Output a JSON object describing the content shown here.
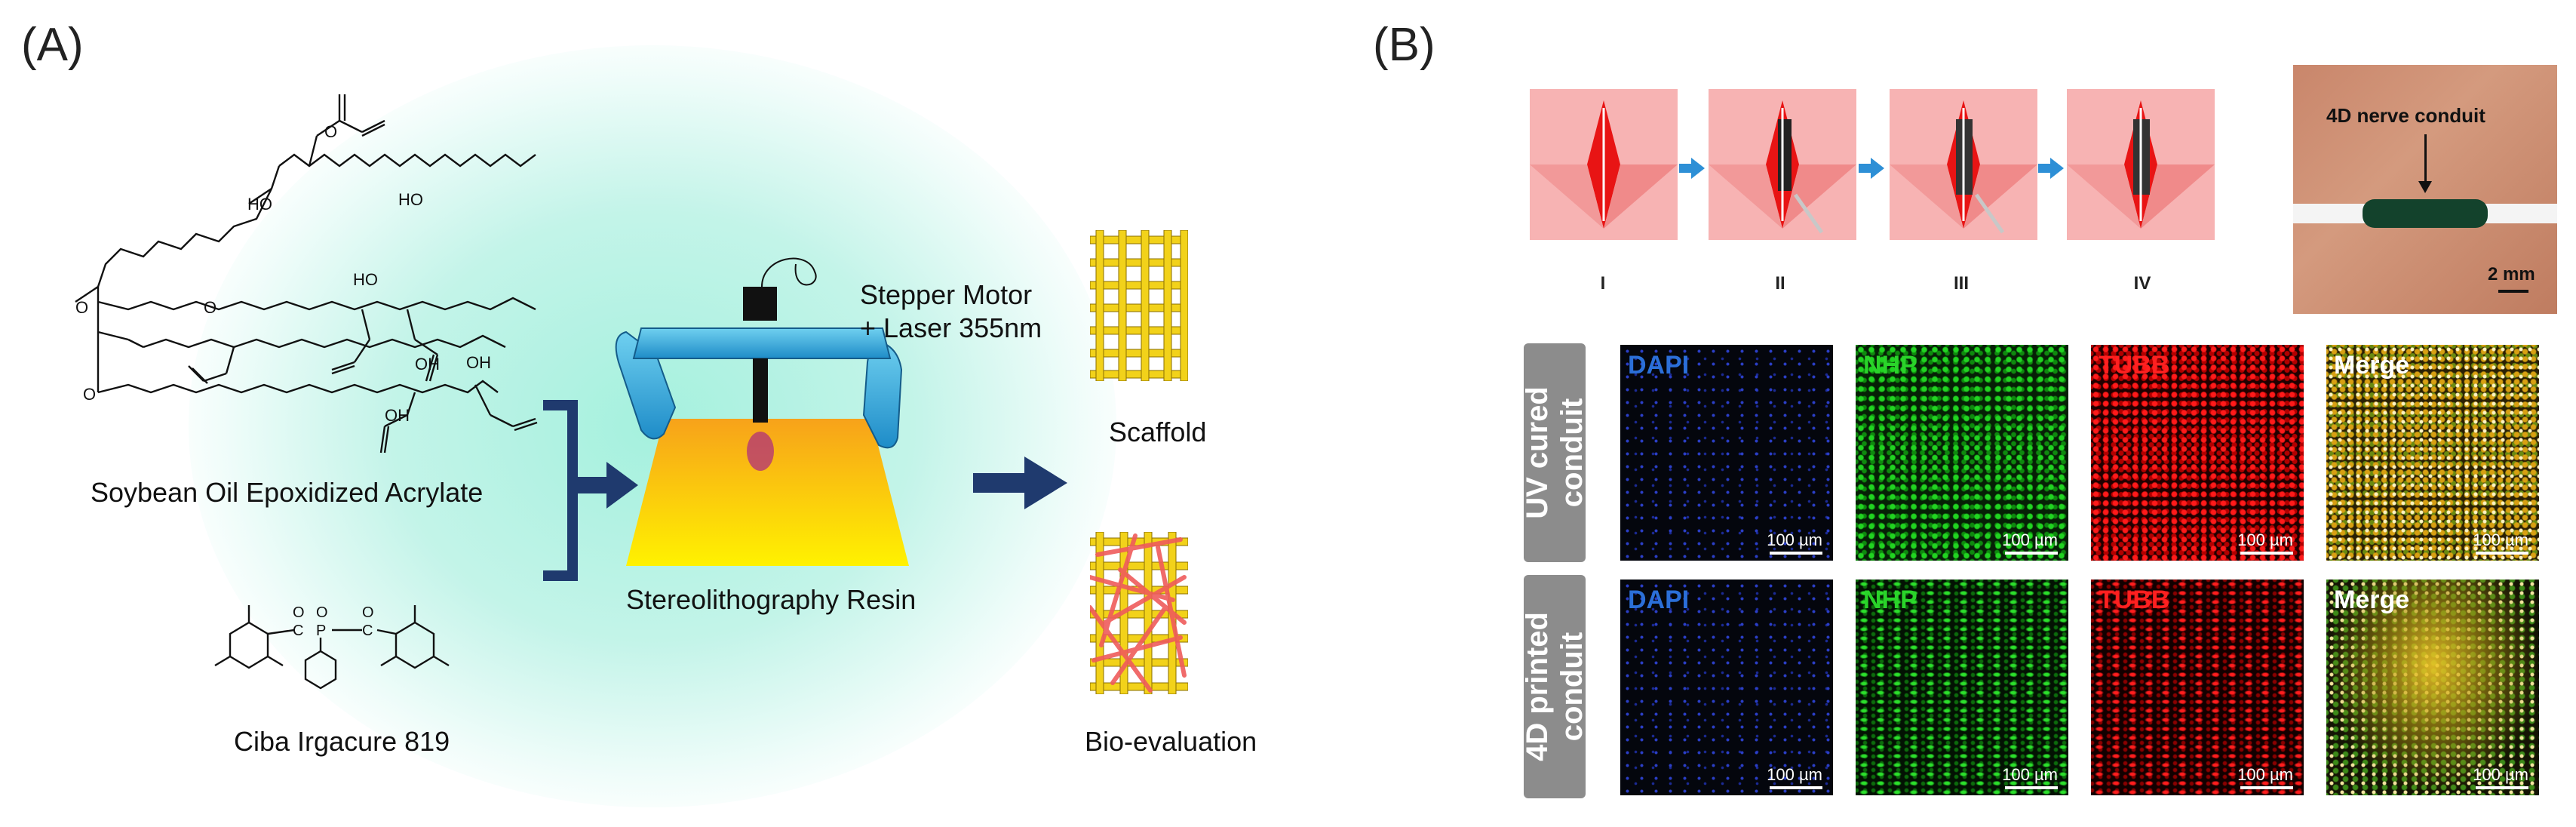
{
  "panel_a": {
    "label": "(A)",
    "molecule1_name": "Soybean Oil Epoxidized Acrylate",
    "molecule2_name": "Ciba Irgacure 819",
    "resin_label": "Stereolithography Resin",
    "motor_label_1": "Stepper Motor",
    "motor_label_2": "+ Laser 355nm",
    "output_1": "Scaffold",
    "output_2": "Bio-evaluation",
    "atoms": {
      "HO": "HO",
      "OH": "OH",
      "O": "O",
      "P": "P",
      "C": "C"
    }
  },
  "panel_b": {
    "label": "(B)",
    "steps": [
      "I",
      "II",
      "III",
      "IV"
    ],
    "photo_label": "4D nerve conduit",
    "photo_scale": "2 mm",
    "rows": [
      {
        "label_line1": "UV cured",
        "label_line2": "conduit"
      },
      {
        "label_line1": "4D printed",
        "label_line2": "conduit"
      }
    ],
    "channels": [
      "DAPI",
      "NHP",
      "TUBB",
      "Merge"
    ],
    "scale_bar": "100 µm",
    "colors": {
      "dapi": "#2b6fd8",
      "nhp": "#2ad42a",
      "tubb": "#ff2020",
      "merge": "#ffffff",
      "arrow": "#1f3a6e",
      "step_arrow": "#2d8fd6"
    }
  }
}
